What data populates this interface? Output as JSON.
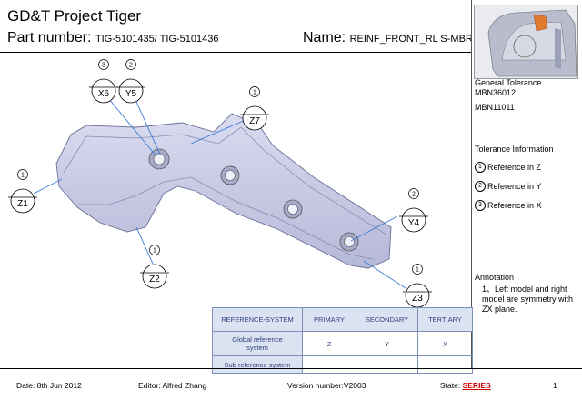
{
  "header": {
    "title": "GD&T Project Tiger",
    "part_label": "Part number:",
    "part_value": "TIG-5101435/ TIG-5101436",
    "name_label": "Name:",
    "name_value": "REINF_FRONT_RL S-MBR"
  },
  "sidebar": {
    "general_tolerance_title": "General Tolerance",
    "general_tolerance_lines": [
      "MBN36012",
      "MBN11011"
    ],
    "tolerance_info_title": "Tolerance Information",
    "tolerance_refs": [
      {
        "num": "1",
        "text": "Reference in Z"
      },
      {
        "num": "2",
        "text": "Reference in Y"
      },
      {
        "num": "3",
        "text": "Reference in X"
      }
    ],
    "annotation_title": "Annotation",
    "annotation_text": "1、Left model and right model are symmetry with ZX plane."
  },
  "callouts": [
    {
      "label": "X6",
      "num": "3"
    },
    {
      "label": "Y5",
      "num": "2"
    },
    {
      "label": "Z7",
      "num": "1"
    },
    {
      "label": "Z1",
      "num": "1"
    },
    {
      "label": "Z2",
      "num": "1"
    },
    {
      "label": "Y4",
      "num": "2"
    },
    {
      "label": "Z3",
      "num": "1"
    }
  ],
  "ref_table": {
    "headers": [
      "REFERENCE-SYSTEM",
      "PRIMARY",
      "SECONDARY",
      "TERTIARY"
    ],
    "rows": [
      [
        "Global reference system",
        "Z",
        "Y",
        "X"
      ],
      [
        "Sub reference system",
        "-",
        "-",
        "-"
      ]
    ]
  },
  "footer": {
    "date_label": "Date: 8th Jun 2012",
    "editor": "Editor: Alfred Zhang",
    "version": "Version number:V2003",
    "state_label": "State:",
    "state_value": "SERIES",
    "page": "1"
  },
  "colors": {
    "part_fill": "#c9cbe6",
    "leader": "#3a7bd5",
    "table_header_bg": "#dbe3f3",
    "state": "#cc0000"
  }
}
